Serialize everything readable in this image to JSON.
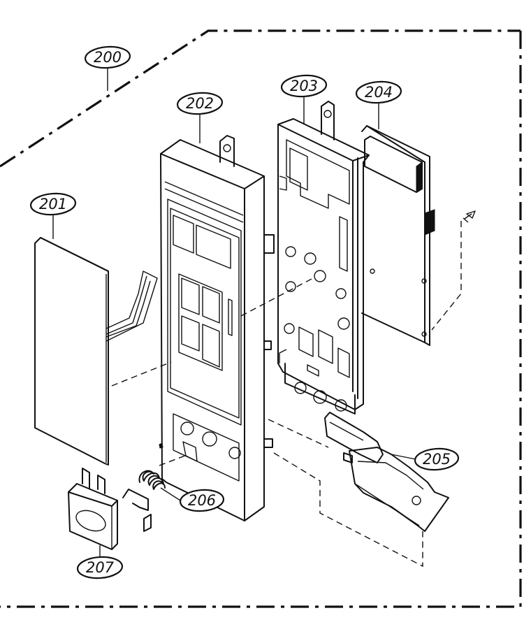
{
  "callouts": [
    {
      "id": "c200",
      "label": "200"
    },
    {
      "id": "c201",
      "label": "201"
    },
    {
      "id": "c202",
      "label": "202"
    },
    {
      "id": "c203",
      "label": "203"
    },
    {
      "id": "c204",
      "label": "204"
    },
    {
      "id": "c205",
      "label": "205"
    },
    {
      "id": "c206",
      "label": "206"
    },
    {
      "id": "c207",
      "label": "207"
    }
  ]
}
